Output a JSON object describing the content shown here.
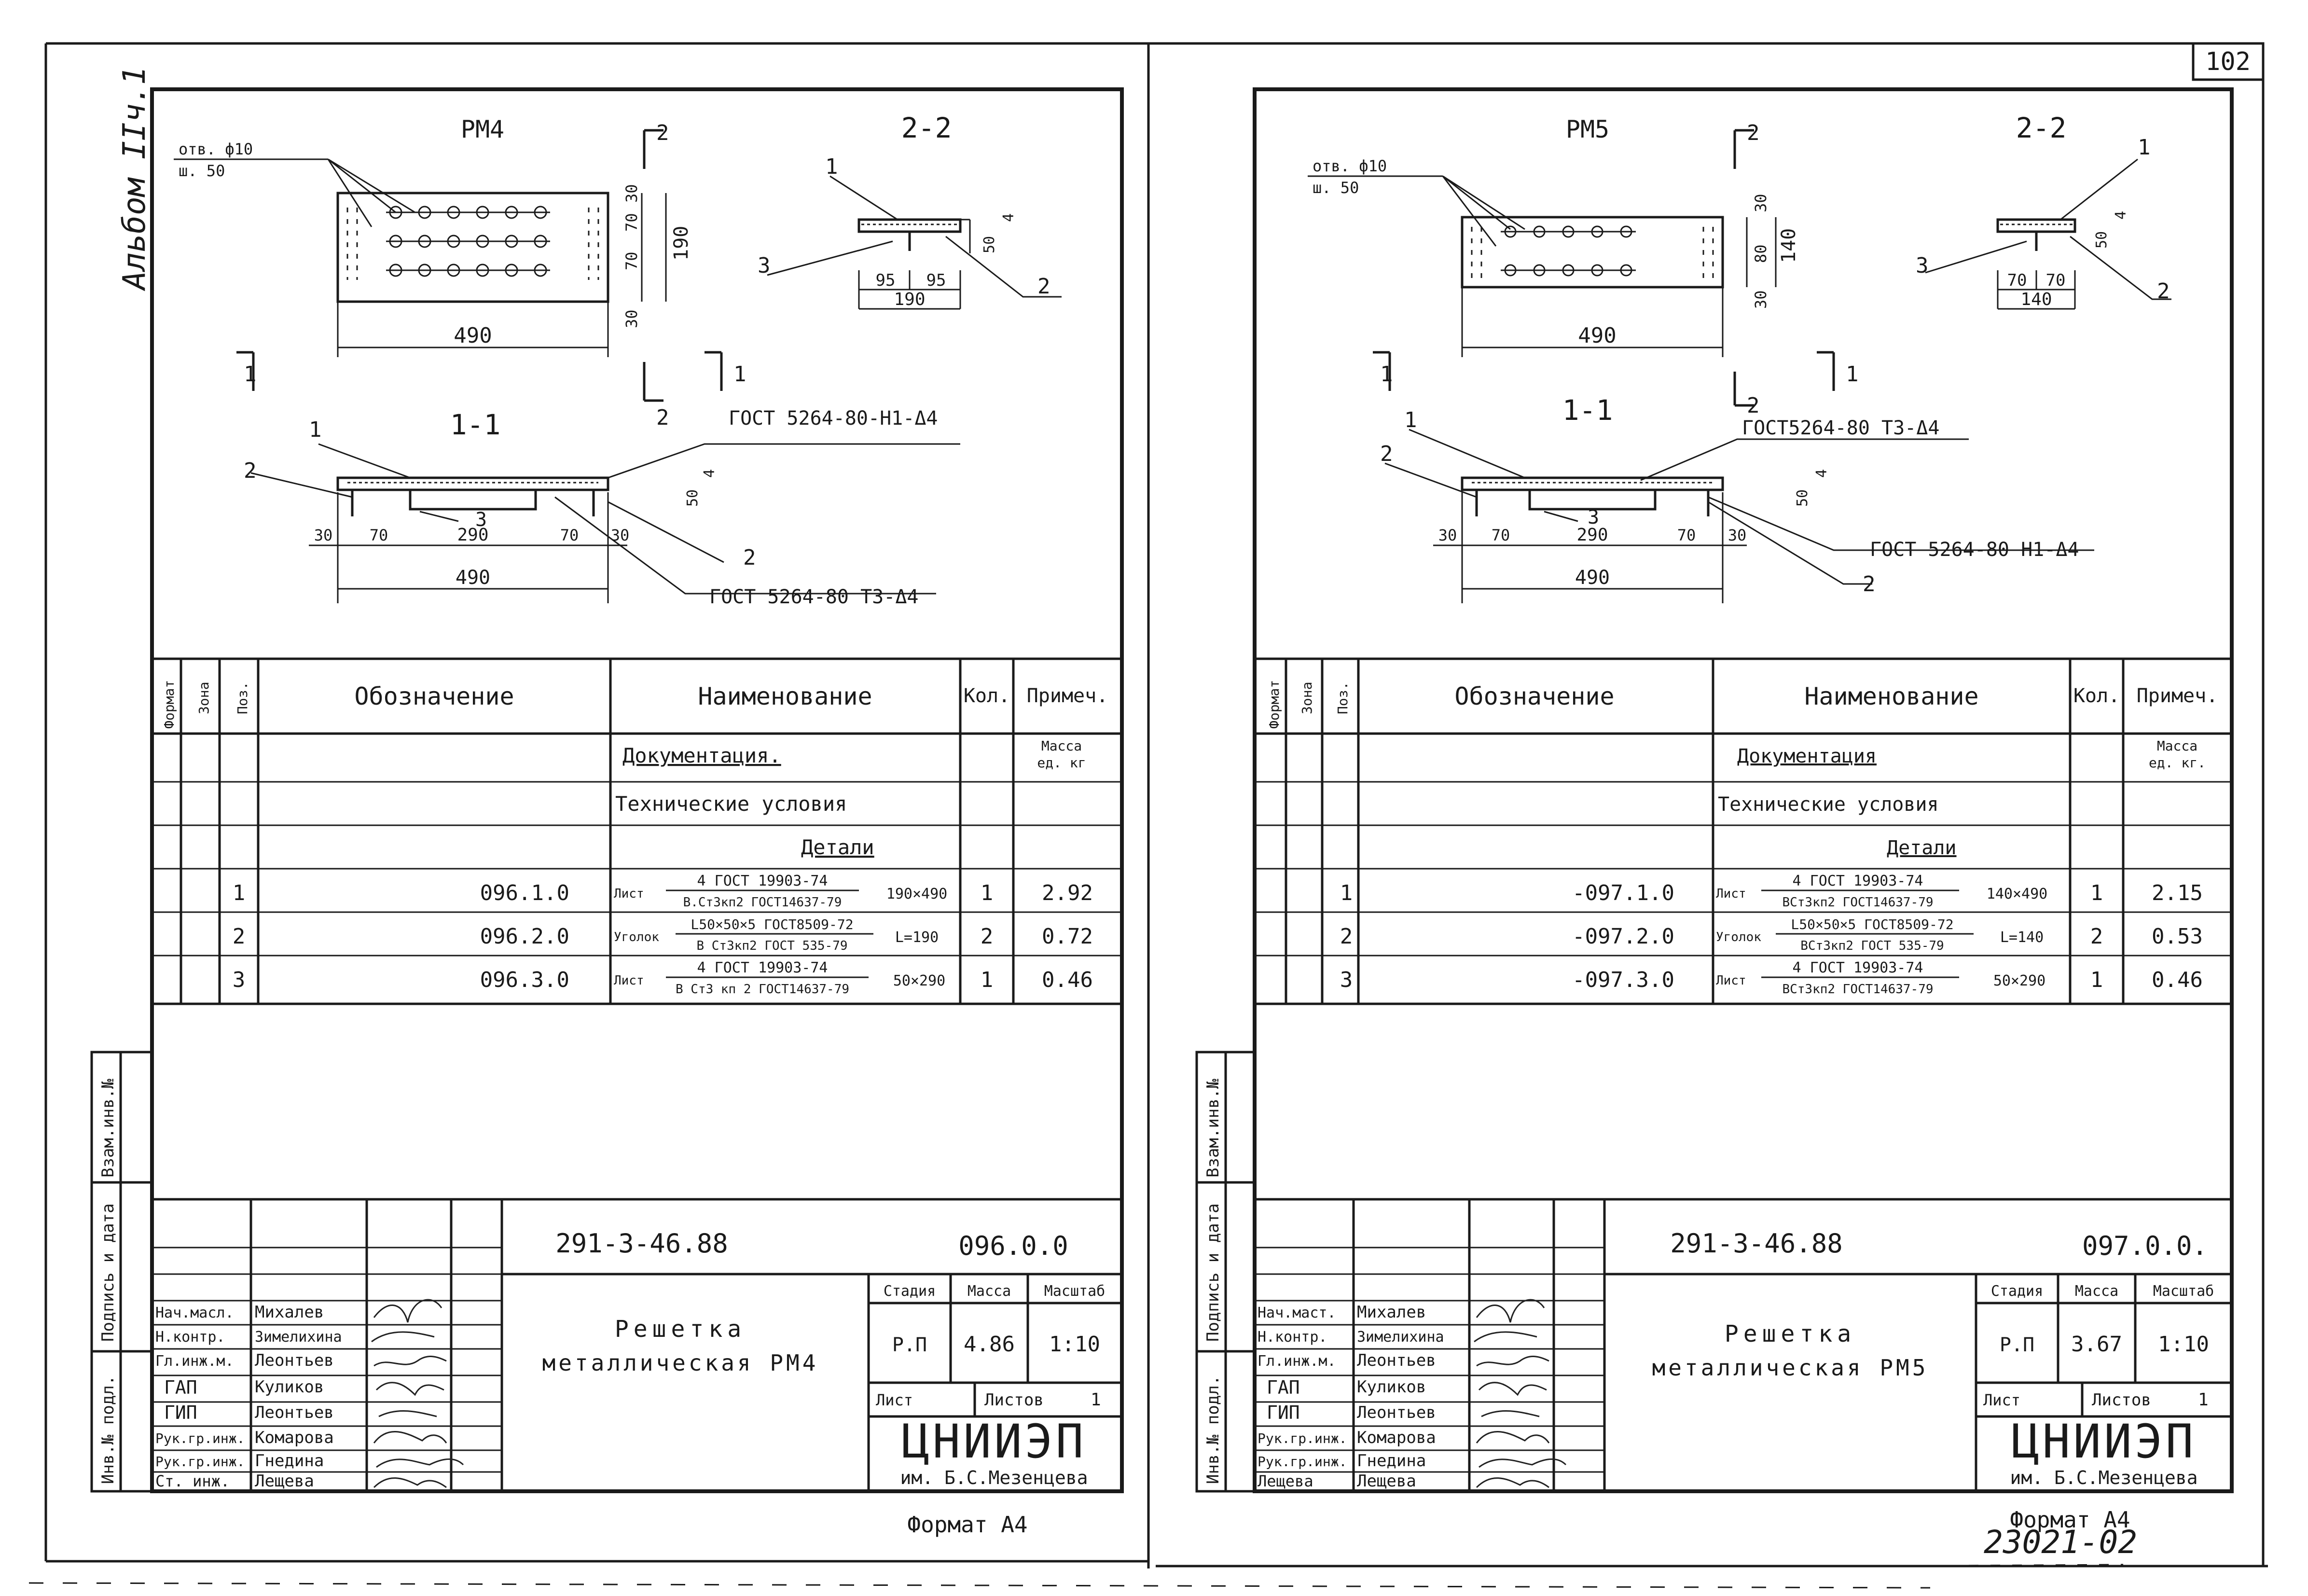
{
  "page_number": "102",
  "album_label": "Альбом IIч.1",
  "bottom_code": "23021-02",
  "side_labels": [
    "Инв.№ подл.",
    "Подпись и дата",
    "Взам.инв.№"
  ],
  "sheets": [
    {
      "id": "left",
      "drawing": {
        "plan_title": "РМ4",
        "section_22": "2-2",
        "section_11": "1-1",
        "hole_note": [
          "отв. ф10",
          "ш. 50"
        ],
        "gost_weld_top": "ГОСТ 5264-80-Н1-Δ4",
        "gost_weld_bottom": "ГОСТ 5264-80 Т3-Δ4",
        "dims": {
          "plan_width": "490",
          "plan_height": "190",
          "plan_v1": "30",
          "plan_v2": "70",
          "plan_v3": "70",
          "plan_v4": "30",
          "sec22_half_a": "95",
          "sec22_half_b": "95",
          "sec22_total": "190",
          "sec22_h": "50",
          "sec22_t": "4",
          "sec11_a": "30",
          "sec11_b": "70",
          "sec11_c": "290",
          "sec11_d": "70",
          "sec11_e": "30",
          "sec11_total": "490",
          "sec11_h": "50",
          "sec11_t": "4"
        },
        "cut_mark_1": "1",
        "cut_mark_2": "2",
        "callout_1": "1",
        "callout_2": "2",
        "callout_3": "3"
      },
      "table": {
        "headers": [
          "Формат",
          "Зона",
          "Поз.",
          "Обозначение",
          "Наименование",
          "Кол.",
          "Примеч."
        ],
        "documentation": "Документация.",
        "mass_note": [
          "Масса",
          "ед. кг"
        ],
        "tech_conditions": "Технические условия",
        "details": "Детали",
        "rows": [
          {
            "pos": "1",
            "designation": "096.1.0",
            "name_prefix": "Лист",
            "name_top": "4 ГОСТ 19903-74",
            "name_bottom": "В.Ст3кп2 ГОСТ14637-79",
            "name_suffix": "190×490",
            "qty": "1",
            "note": "2.92"
          },
          {
            "pos": "2",
            "designation": "096.2.0",
            "name_prefix": "Уголок",
            "name_top": "L50×50×5 ГОСТ8509-72",
            "name_bottom": "В Ст3кп2 ГОСТ 535-79",
            "name_suffix": "L=190",
            "qty": "2",
            "note": "0.72"
          },
          {
            "pos": "3",
            "designation": "096.3.0",
            "name_prefix": "Лист",
            "name_top": "4 ГОСТ 19903-74",
            "name_bottom": "В Ст3 кп 2 ГОСТ14637-79",
            "name_suffix": "50×290",
            "qty": "1",
            "note": "0.46"
          }
        ]
      },
      "stamp": {
        "doc_code": "291-3-46.88",
        "sheet_code": "096.0.0",
        "title_line1": "Решетка",
        "title_line2": "металлическая РМ4",
        "stage_label": "Стадия",
        "mass_label": "Масса",
        "scale_label": "Масштаб",
        "stage": "Р.П",
        "mass": "4.86",
        "scale": "1:10",
        "sheet_label": "Лист",
        "sheets_label": "Листов",
        "sheets_count": "1",
        "org_name": "ЦНИИЭП",
        "org_sub": "им. Б.С.Мезенцева",
        "format": "Формат А4",
        "people": [
          {
            "role": "Нач.масл.",
            "name": "Михалев"
          },
          {
            "role": "Н.контр.",
            "name": "Зимелихина"
          },
          {
            "role": "Гл.инж.м.",
            "name": "Леонтьев"
          },
          {
            "role": "ГАП",
            "name": "Куликов"
          },
          {
            "role": "ГИП",
            "name": "Леонтьев"
          },
          {
            "role": "Рук.гр.инж.",
            "name": "Комарова"
          },
          {
            "role": "Рук.гр.инж.",
            "name": "Гнедина"
          },
          {
            "role": "Ст. инж.",
            "name": "Лещева"
          }
        ]
      }
    },
    {
      "id": "right",
      "drawing": {
        "plan_title": "РМ5",
        "section_22": "2-2",
        "section_11": "1-1",
        "hole_note": [
          "отв. ф10",
          "ш. 50"
        ],
        "gost_weld_top": "ГОСТ5264-80 Т3-Δ4",
        "gost_weld_bottom": "ГОСТ 5264-80 Н1-Δ4",
        "dims": {
          "plan_width": "490",
          "plan_height": "140",
          "plan_v1": "30",
          "plan_v2": "80",
          "plan_v3": "",
          "plan_v4": "30",
          "sec22_half_a": "70",
          "sec22_half_b": "70",
          "sec22_total": "140",
          "sec22_h": "50",
          "sec22_t": "4",
          "sec11_a": "30",
          "sec11_b": "70",
          "sec11_c": "290",
          "sec11_d": "70",
          "sec11_e": "30",
          "sec11_total": "490",
          "sec11_h": "50",
          "sec11_t": "4"
        },
        "cut_mark_1": "1",
        "cut_mark_2": "2",
        "callout_1": "1",
        "callout_2": "2",
        "callout_3": "3"
      },
      "table": {
        "headers": [
          "Формат",
          "Зона",
          "Поз.",
          "Обозначение",
          "Наименование",
          "Кол.",
          "Примеч."
        ],
        "documentation": "Документация",
        "mass_note": [
          "Масса",
          "ед. кг."
        ],
        "tech_conditions": "Технические условия",
        "details": "Детали",
        "rows": [
          {
            "pos": "1",
            "designation": "-097.1.0",
            "name_prefix": "Лист",
            "name_top": "4 ГОСТ 19903-74",
            "name_bottom": "ВСт3кп2 ГОСТ14637-79",
            "name_suffix": "140×490",
            "qty": "1",
            "note": "2.15"
          },
          {
            "pos": "2",
            "designation": "-097.2.0",
            "name_prefix": "Уголок",
            "name_top": "L50×50×5 ГОСТ8509-72",
            "name_bottom": "ВСт3кп2 ГОСТ 535-79",
            "name_suffix": "L=140",
            "qty": "2",
            "note": "0.53"
          },
          {
            "pos": "3",
            "designation": "-097.3.0",
            "name_prefix": "Лист",
            "name_top": "4 ГОСТ 19903-74",
            "name_bottom": "ВСт3кп2 ГОСТ14637-79",
            "name_suffix": "50×290",
            "qty": "1",
            "note": "0.46"
          }
        ]
      },
      "stamp": {
        "doc_code": "291-3-46.88",
        "sheet_code": "097.0.0.",
        "title_line1": "Решетка",
        "title_line2": "металлическая РМ5",
        "stage_label": "Стадия",
        "mass_label": "Масса",
        "scale_label": "Масштаб",
        "stage": "Р.П",
        "mass": "3.67",
        "scale": "1:10",
        "sheet_label": "Лист",
        "sheets_label": "Листов",
        "sheets_count": "1",
        "org_name": "ЦНИИЭП",
        "org_sub": "им. Б.С.Мезенцева",
        "format": "Формат А4",
        "people": [
          {
            "role": "Нач.маст.",
            "name": "Михалев"
          },
          {
            "role": "Н.контр.",
            "name": "Зимелихина"
          },
          {
            "role": "Гл.инж.м.",
            "name": "Леонтьев"
          },
          {
            "role": "ГАП",
            "name": "Куликов"
          },
          {
            "role": "ГИП",
            "name": "Леонтьев"
          },
          {
            "role": "Рук.гр.инж.",
            "name": "Комарова"
          },
          {
            "role": "Рук.гр.инж.",
            "name": "Гнедина"
          },
          {
            "role": "Лещева",
            "name": "Лещева"
          }
        ]
      }
    }
  ]
}
